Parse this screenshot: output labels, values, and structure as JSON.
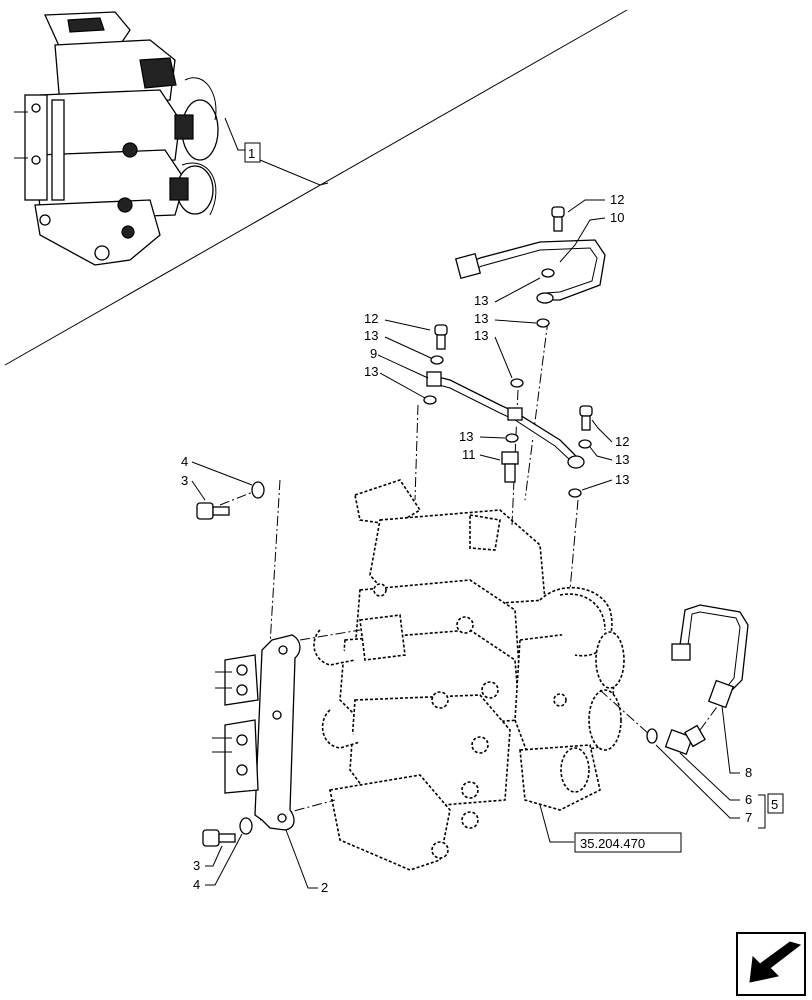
{
  "callouts": {
    "c1": "1",
    "c2": "2",
    "c3a": "3",
    "c3b": "3",
    "c4a": "4",
    "c4b": "4",
    "c5": "5",
    "c6": "6",
    "c7": "7",
    "c8": "8",
    "c9": "9",
    "c10": "10",
    "c11": "11",
    "c12a": "12",
    "c12b": "12",
    "c12c": "12",
    "c13a": "13",
    "c13b": "13",
    "c13c": "13",
    "c13d": "13",
    "c13e": "13",
    "c13f": "13",
    "c13g": "13",
    "c13h": "13"
  },
  "reference": "35.204.470",
  "icons": {
    "nav": "arrow-left-down-icon"
  }
}
